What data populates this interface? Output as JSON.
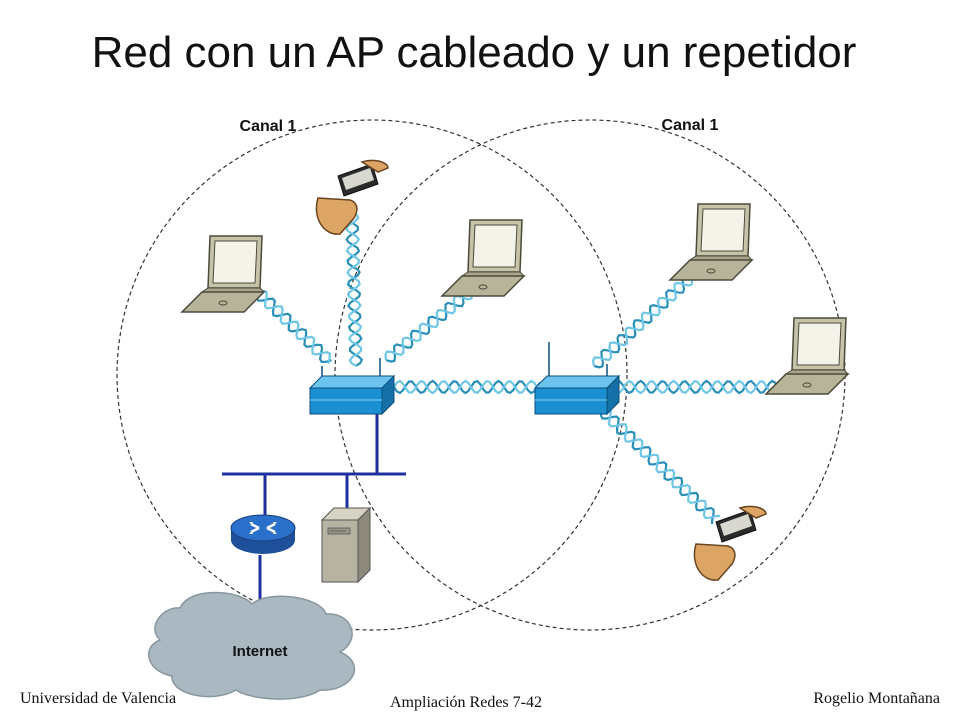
{
  "slide": {
    "title": "Red con un AP cableado y un repetidor"
  },
  "diagram": {
    "cell_left_label": "Canal 1",
    "cell_right_label": "Canal 1",
    "cloud_label": "Internet"
  },
  "footer": {
    "left": "Universidad de Valencia",
    "center": "Ampliación Redes 7-42",
    "right": "Rogelio Montañana"
  },
  "colors": {
    "access_point": "#1a8fd1",
    "wired_lan": "#1d2f9e",
    "router": "#2a6fc9",
    "cloud": "#aab8c2",
    "laptop": "#b8b49a"
  },
  "icons": [
    "laptop-icon",
    "pda-icon",
    "access-point-icon",
    "router-icon",
    "server-icon",
    "cloud-icon",
    "radio-link-icon"
  ]
}
